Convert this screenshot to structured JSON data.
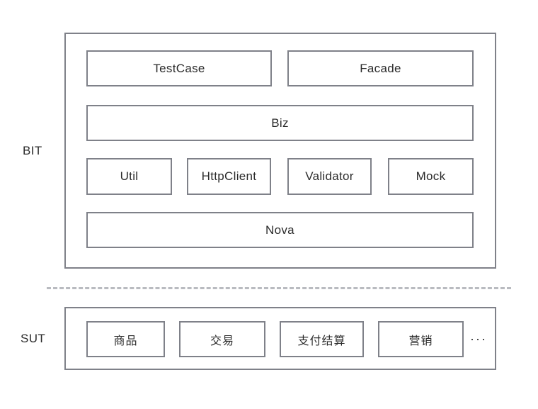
{
  "diagram": {
    "title": "BIT / SUT layered architecture",
    "colors": {
      "stroke": "#7f8189",
      "text": "#2b2b2b",
      "separator": "#b9bbc0",
      "background": "#ffffff"
    },
    "side_labels": {
      "bit": "BIT",
      "sut": "SUT"
    },
    "bit_layer": {
      "label": "BIT",
      "rows": [
        {
          "row": 1,
          "nodes": [
            {
              "label": "TestCase"
            },
            {
              "label": "Facade"
            }
          ]
        },
        {
          "row": 2,
          "nodes": [
            {
              "label": "Biz"
            }
          ]
        },
        {
          "row": 3,
          "nodes": [
            {
              "label": "Util"
            },
            {
              "label": "HttpClient"
            },
            {
              "label": "Validator"
            },
            {
              "label": "Mock"
            }
          ]
        },
        {
          "row": 4,
          "nodes": [
            {
              "label": "Nova"
            }
          ]
        }
      ]
    },
    "sut_layer": {
      "label": "SUT",
      "nodes": [
        {
          "label": "商品"
        },
        {
          "label": "交易"
        },
        {
          "label": "支付结算"
        },
        {
          "label": "营销"
        }
      ],
      "overflow_indicator": "···"
    }
  }
}
